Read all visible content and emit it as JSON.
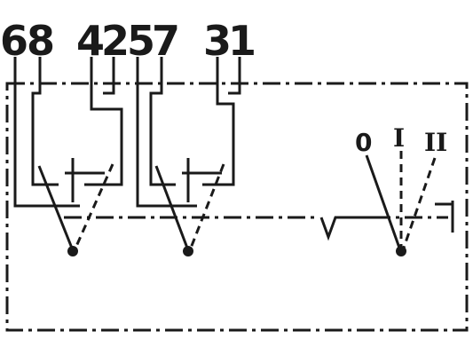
{
  "terminals": [
    "6",
    "8",
    "4",
    "2",
    "5",
    "7",
    "3",
    "1"
  ],
  "positions": [
    "0",
    "I",
    "II"
  ]
}
